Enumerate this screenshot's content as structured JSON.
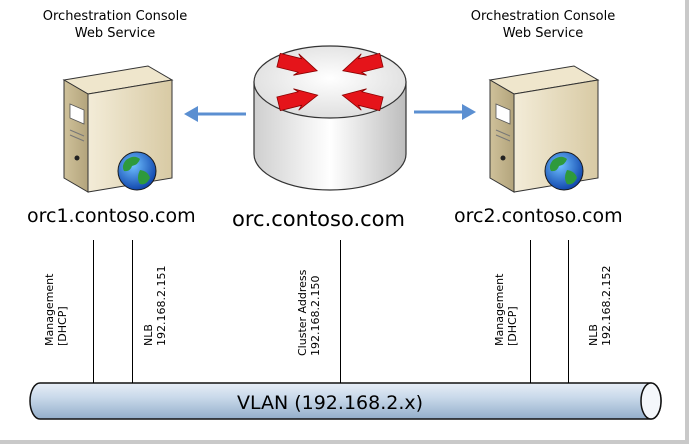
{
  "servers": [
    {
      "role_line1": "Orchestration Console",
      "role_line2": "Web Service",
      "hostname": "orc1.contoso.com"
    },
    {
      "role_line1": "Orchestration Console",
      "role_line2": "Web Service",
      "hostname": "orc2.contoso.com"
    }
  ],
  "router": {
    "hostname": "orc.contoso.com"
  },
  "connections": [
    {
      "line1": "Management",
      "line2": "[DHCP]"
    },
    {
      "line1": "NLB",
      "line2": "192.168.2.151"
    },
    {
      "line1": "Cluster Address",
      "line2": "192.168.2.150"
    },
    {
      "line1": "Management",
      "line2": "[DHCP]"
    },
    {
      "line1": "NLB",
      "line2": "192.168.2.152"
    }
  ],
  "vlan": {
    "label": "VLAN (192.168.2.x)"
  },
  "colors": {
    "arrow": "#5b8fd1",
    "router_arrow": "#e5141a",
    "vlan_fill": "#c9d9ea",
    "server_body": "#e7dcc0"
  }
}
